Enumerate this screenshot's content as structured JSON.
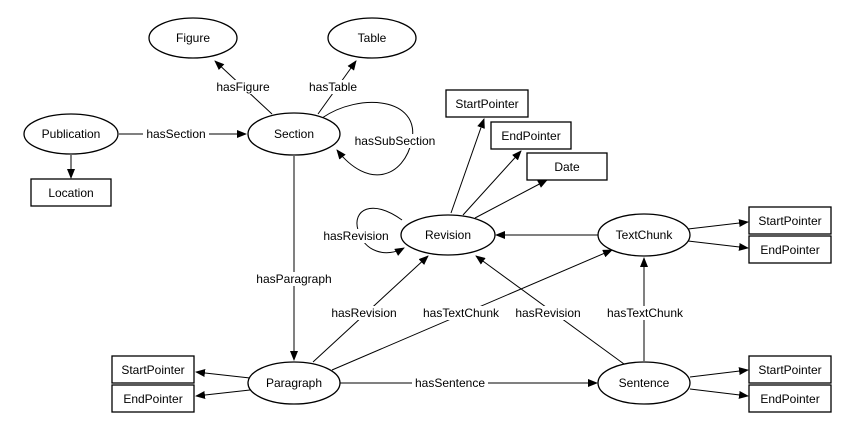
{
  "nodes": {
    "figure": "Figure",
    "table": "Table",
    "publication": "Publication",
    "section": "Section",
    "location": "Location",
    "startpointer_rev": "StartPointer",
    "endpointer_rev": "EndPointer",
    "date": "Date",
    "revision": "Revision",
    "textchunk": "TextChunk",
    "startpointer_tc": "StartPointer",
    "endpointer_tc": "EndPointer",
    "startpointer_par": "StartPointer",
    "endpointer_par": "EndPointer",
    "paragraph": "Paragraph",
    "sentence": "Sentence",
    "startpointer_sen": "StartPointer",
    "endpointer_sen": "EndPointer"
  },
  "edges": {
    "hasFigure": "hasFigure",
    "hasTable": "hasTable",
    "hasSection": "hasSection",
    "hasSubSection": "hasSubSection",
    "hasParagraph": "hasParagraph",
    "hasRevision_self": "hasRevision",
    "hasRevision_par": "hasRevision",
    "hasTextChunk_par": "hasTextChunk",
    "hasRevision_sen": "hasRevision",
    "hasTextChunk_sen": "hasTextChunk",
    "hasSentence": "hasSentence"
  }
}
